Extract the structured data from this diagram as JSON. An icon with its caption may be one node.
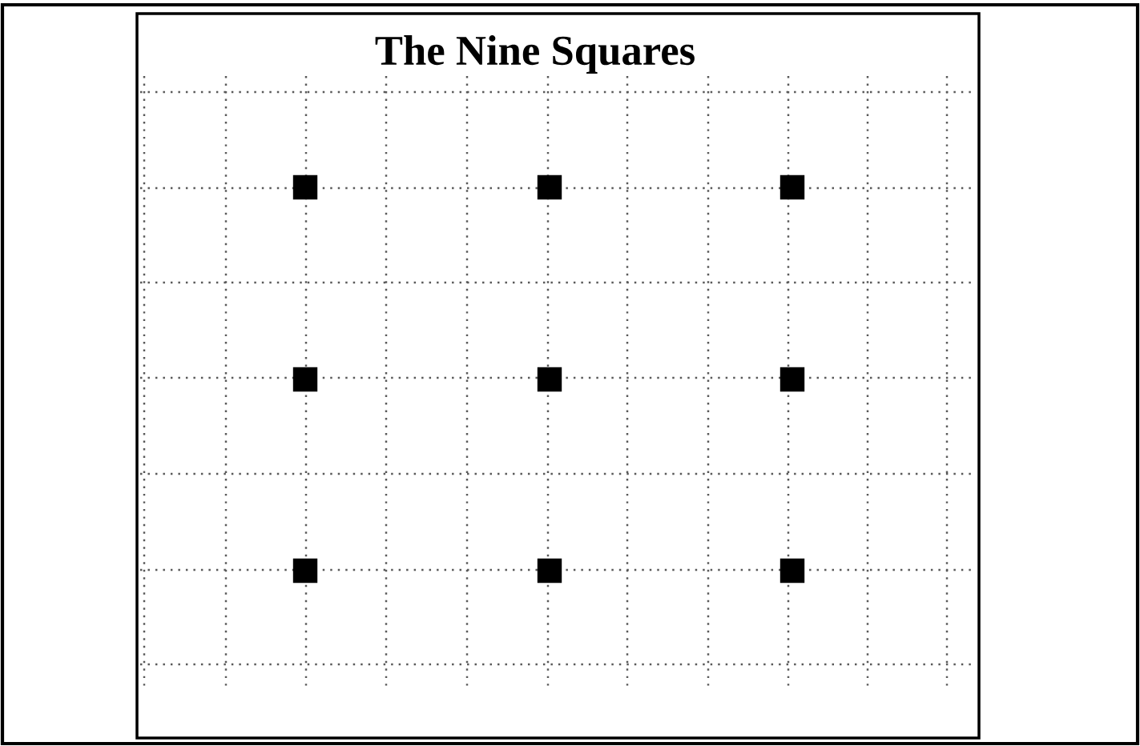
{
  "diagram": {
    "title": "The Nine Squares",
    "nodes": [
      {
        "text": [],
        "shape": "box"
      },
      {
        "text": [],
        "shape": "box"
      },
      {
        "text": [],
        "shape": "box"
      },
      {
        "text": [],
        "shape": "box"
      },
      {
        "text": [],
        "shape": "box"
      },
      {
        "text": [],
        "shape": "box"
      },
      {
        "text": [],
        "shape": "box"
      },
      {
        "text": [],
        "shape": "box"
      },
      {
        "text": [],
        "shape": "box"
      }
    ]
  }
}
